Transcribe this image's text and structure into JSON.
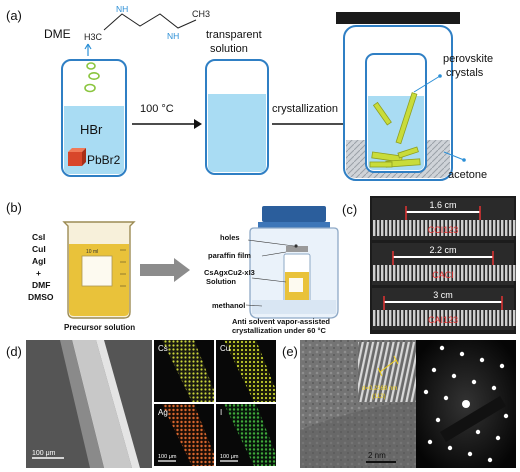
{
  "panel_a": {
    "letter": "(a)",
    "dme_label": "DME",
    "molecule": {
      "left_group": "H3C",
      "nh_left": "NH",
      "nh_right": "NH",
      "right_group": "CH3"
    },
    "vial1": {
      "liquid": "HBr",
      "solid": "PbBr2"
    },
    "arrow1_label": "100 °C",
    "vial2_label_line1": "transparent",
    "vial2_label_line2": "solution",
    "arrow2_label": "crystallization",
    "vial3": {
      "product_line1": "perovskite",
      "product_line2": "crystals",
      "solvent": "acetone"
    },
    "colors": {
      "liquid": "#a9dcf3",
      "vial_border": "#2f7fc4",
      "crystal": "#c9dc3a",
      "cube": "#d8462a",
      "molecule": "#2c8fd6"
    }
  },
  "panel_b": {
    "letter": "(b)",
    "precursors": [
      "CsI",
      "CuI",
      "AgI",
      "+",
      "DMF",
      "DMSO"
    ],
    "beaker_mark": "10 ml",
    "beaker_caption": "Precursor solution",
    "jar_labels": {
      "holes": "holes",
      "film": "paraffin film",
      "solution_line1": "CsAgxCu2-xI3",
      "solution_line2": "Solution",
      "methanol": "methanol"
    },
    "jar_caption_line1": "Anti solvent vapor-assisted",
    "jar_caption_line2": "crystallization under 60 °C"
  },
  "panel_c": {
    "letter": "(c)",
    "strips": [
      {
        "length": "1.6 cm",
        "name": "CCI123"
      },
      {
        "length": "2.2 cm",
        "name": "CACI"
      },
      {
        "length": "3 cm",
        "name": "CAI123"
      }
    ]
  },
  "panel_d": {
    "letter": "(d)",
    "scale_main": "100 μm",
    "maps": [
      {
        "element": "Cs",
        "color": "#c9d43a",
        "scale": ""
      },
      {
        "element": "Cu",
        "color": "#c2ce2a",
        "scale": ""
      },
      {
        "element": "Ag",
        "color": "#d8662e",
        "scale": "100 μm"
      },
      {
        "element": "I",
        "color": "#3fa83a",
        "scale": "100 μm"
      }
    ]
  },
  "panel_e": {
    "letter": "(e)",
    "lattice_label_line1": "d=0.2368 nm",
    "lattice_label_line2": "(112)",
    "scale": "2 nm"
  }
}
